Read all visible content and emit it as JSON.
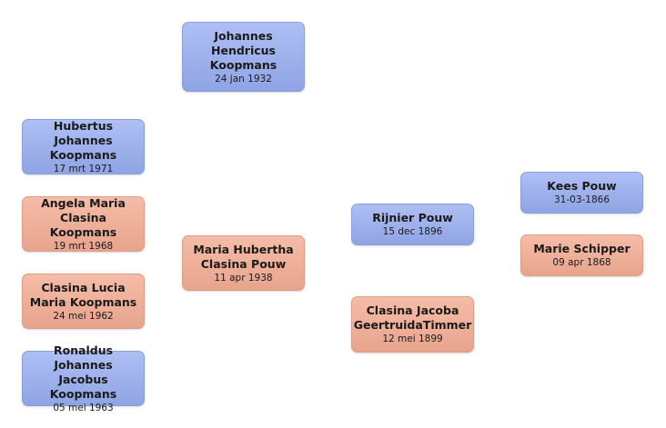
{
  "colors": {
    "male": "#9fb2ee",
    "female": "#eeae97"
  },
  "persons": {
    "johannes": {
      "name": "Johannes Hendricus Koopmans",
      "date": "24 jan 1932",
      "sex": "male"
    },
    "hubertus": {
      "name": "Hubertus Johannes Koopmans",
      "date": "17 mrt 1971",
      "sex": "male"
    },
    "angela": {
      "name": "Angela Maria Clasina Koopmans",
      "date": "19 mrt 1968",
      "sex": "female"
    },
    "clasina_lucia": {
      "name": "Clasina Lucia Maria Koopmans",
      "date": "24 mei 1962",
      "sex": "female"
    },
    "ronaldus": {
      "name": "Ronaldus Johannes Jacobus Koopmans",
      "date": "05 mei 1963",
      "sex": "male"
    },
    "maria_hubertha": {
      "name": "Maria Hubertha Clasina Pouw",
      "date": "11 apr 1938",
      "sex": "female"
    },
    "rijnier": {
      "name": "Rijnier Pouw",
      "date": "15 dec 1896",
      "sex": "male"
    },
    "clasina_jacoba": {
      "name": "Clasina Jacoba GeertruidaTimmer",
      "date": "12 mei 1899",
      "sex": "female"
    },
    "kees": {
      "name": "Kees Pouw",
      "date": "31-03-1866",
      "sex": "male"
    },
    "marie": {
      "name": "Marie Schipper",
      "date": "09 apr 1868",
      "sex": "female"
    }
  }
}
